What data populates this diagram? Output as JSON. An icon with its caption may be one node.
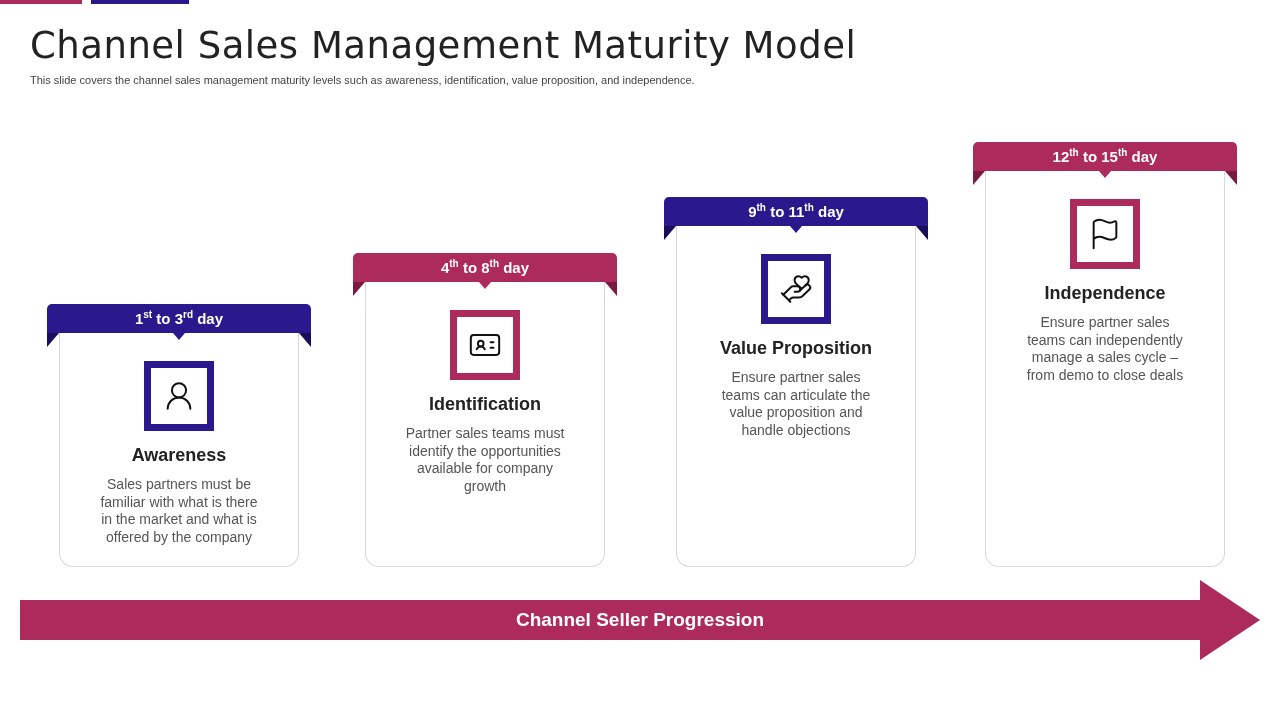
{
  "diagram": {
    "title": "Channel Sales Management Maturity Model",
    "caption": "This slide covers the channel sales management maturity levels such as awareness, identification, value proposition, and independence.",
    "nodes": [
      {
        "text": [
          "1$^{st}$ to 3$^{rd}$ day",
          "Awareness",
          "Sales partners must be familiar with what is there in the market and what is offered by the company"
        ]
      },
      {
        "text": [
          "4$^{th}$ to 8$^{th}$ day",
          "Identification",
          "Partner sales teams must identify the opportunities available for company growth"
        ]
      },
      {
        "text": [
          "9$^{th}$ to 11$^{th}$ day",
          "Value Proposition",
          "Ensure partner sales teams can articulate the value proposition and handle objections"
        ]
      },
      {
        "text": [
          "12$^{th}$ to 15$^{th}$ day",
          "Independence",
          "Ensure partner sales teams can independently manage a sales cycle – from demo to close deals"
        ]
      },
      {
        "text": [
          "Channel Seller Progression"
        ]
      }
    ]
  }
}
